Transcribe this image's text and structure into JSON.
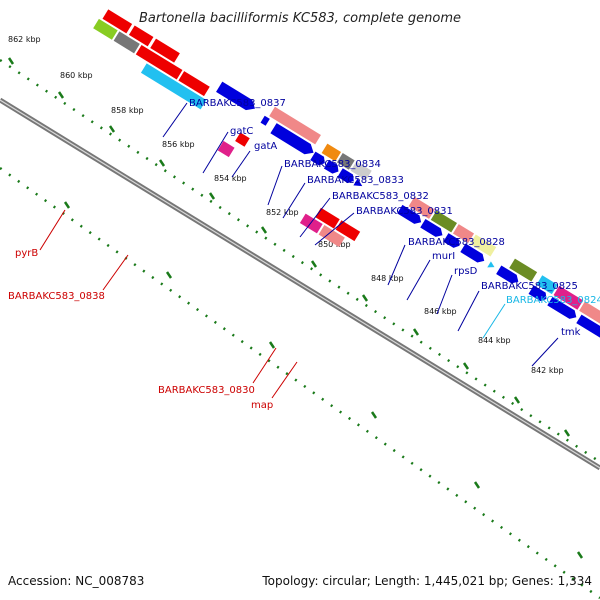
{
  "title": "Bartonella bacilliformis KC583, complete genome",
  "footer": {
    "accession": "Accession: NC_008783",
    "summary": "Topology: circular; Length: 1,445,021 bp; Genes: 1,334"
  },
  "colors": {
    "forward_label": "#00009e",
    "reverse_label": "#cc0000",
    "cyan_label": "#17b7e6",
    "tick": "#1a7a1a",
    "backbone": "#777777"
  },
  "ticks": [
    "862 kbp",
    "860 kbp",
    "858 kbp",
    "856 kbp",
    "854 kbp",
    "852 kbp",
    "850 kbp",
    "848 kbp",
    "846 kbp",
    "844 kbp",
    "842 kbp"
  ],
  "gene_labels": [
    {
      "name": "BARBAKC583_0837",
      "strand": "forward"
    },
    {
      "name": "gatC",
      "strand": "forward"
    },
    {
      "name": "gatA",
      "strand": "forward"
    },
    {
      "name": "BARBAKC583_0834",
      "strand": "forward"
    },
    {
      "name": "BARBAKC583_0833",
      "strand": "forward"
    },
    {
      "name": "BARBAKC583_0832",
      "strand": "forward"
    },
    {
      "name": "BARBAKC583_0831",
      "strand": "forward"
    },
    {
      "name": "BARBAKC583_0828",
      "strand": "forward"
    },
    {
      "name": "murI",
      "strand": "forward"
    },
    {
      "name": "rpsD",
      "strand": "forward"
    },
    {
      "name": "BARBAKC583_0825",
      "strand": "forward"
    },
    {
      "name": "BARBAKC583_0824",
      "strand": "cyan"
    },
    {
      "name": "tmk",
      "strand": "forward"
    },
    {
      "name": "pyrB",
      "strand": "reverse"
    },
    {
      "name": "BARBAKC583_0838",
      "strand": "reverse"
    },
    {
      "name": "BARBAKC583_0830",
      "strand": "reverse"
    },
    {
      "name": "map",
      "strand": "reverse"
    }
  ]
}
